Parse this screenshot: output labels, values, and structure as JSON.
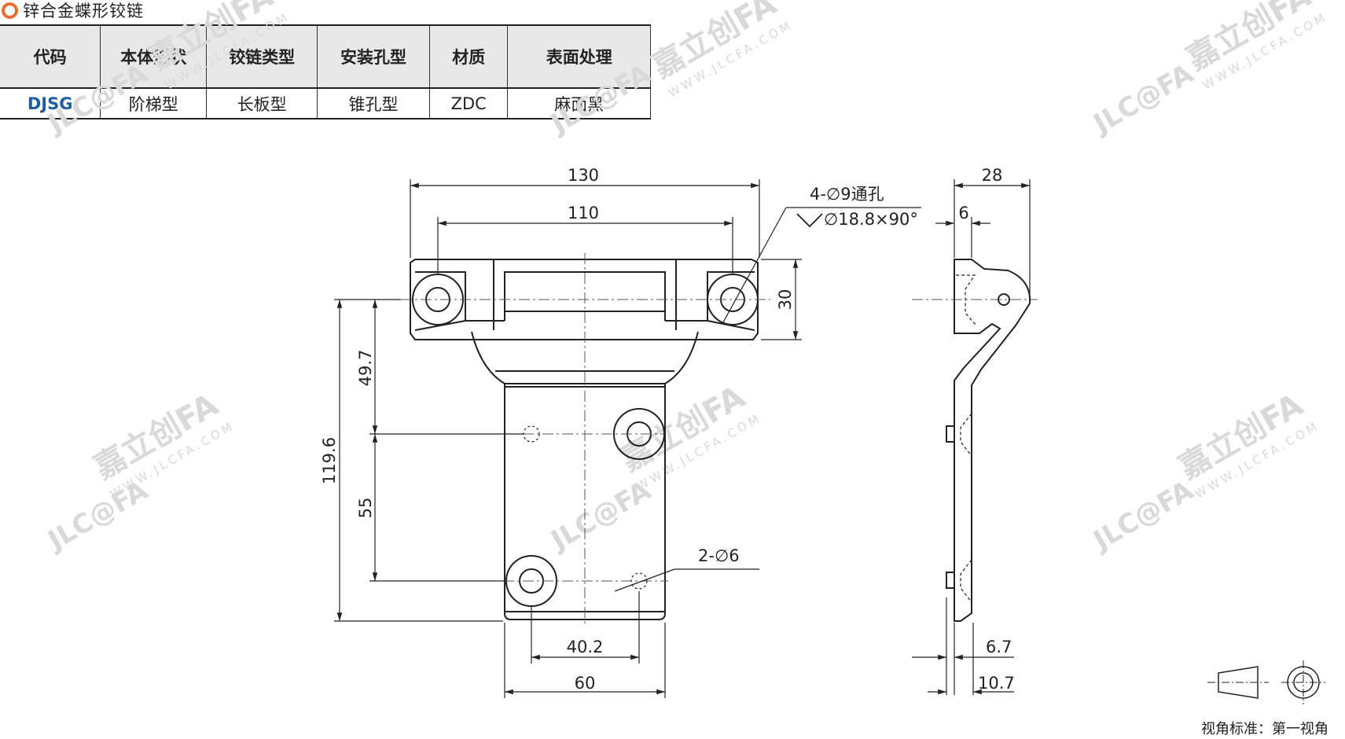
{
  "title": "锌合金蝶形铰链",
  "table": {
    "headers": [
      "代码",
      "本体形状",
      "铰链类型",
      "安装孔型",
      "材质",
      "表面处理"
    ],
    "row": [
      "DJSG",
      "阶梯型",
      "长板型",
      "锥孔型",
      "ZDC",
      "麻面黑"
    ]
  },
  "dimensions": {
    "overall_width": "130",
    "hole_pitch_top": "110",
    "hole_note_1": "4-∅9通孔",
    "hole_note_2": "∅18.8×90°",
    "height_top": "30",
    "dim_49_7": "49.7",
    "dim_119_6": "119.6",
    "dim_55": "55",
    "small_holes": "2-∅6",
    "dim_40_2": "40.2",
    "plate_width": "60",
    "side_width": "28",
    "side_6": "6",
    "side_6_7": "6.7",
    "side_10_7": "10.7"
  },
  "watermark": {
    "logo": "JLC@FA",
    "cn": "嘉立创FA",
    "url": "WWW.JLCFA.COM"
  },
  "view_note": "视角标准：第一视角",
  "colors": {
    "accent": "#e8702a",
    "code": "#1f5fa0",
    "header_bg": "#e8e8e8"
  }
}
